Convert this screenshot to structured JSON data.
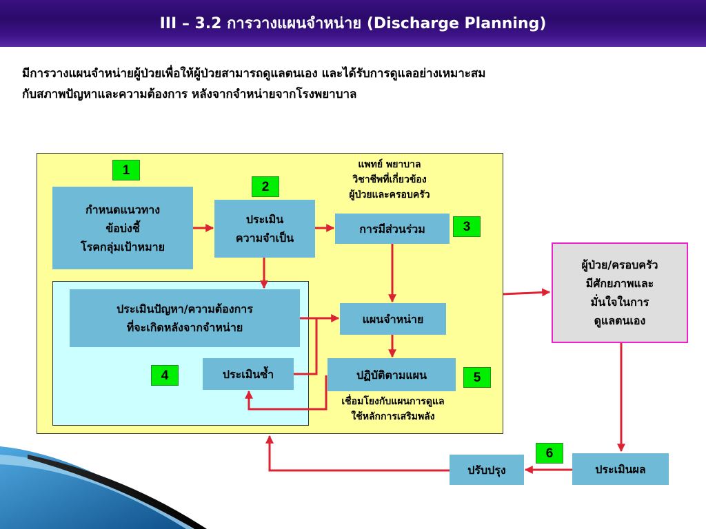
{
  "header": {
    "title": "III – 3.2 การวางแผนจำหน่าย (Discharge Planning)"
  },
  "intro": {
    "line1": "มีการวางแผนจำหน่ายผู้ป่วยเพื่อให้ผู้ป่วยสามารถดูแลตนเอง และได้รับการดูแลอย่างเหมาะสม",
    "line2": "กับสภาพปัญหาและความต้องการ หลังจากจำหน่ายจากโรงพยาบาล"
  },
  "diagram": {
    "box1": "กำหนดแนวทาง\nข้อบ่งชี้\nโรคกลุ่มเป้าหมาย",
    "box2": "ประเมิน\nความจำเป็น",
    "box3": "การมีส่วนร่วม",
    "box_problem": "ประเมินปัญหา/ความต้องการ\nที่จะเกิดหลังจากจำหน่าย",
    "box_plan": "แผนจำหน่าย",
    "box_reassess": "ประเมินซ้ำ",
    "box_implement": "ปฏิบัติตามแผน",
    "box_evaluate": "ประเมินผล",
    "box_improve": "ปรับปรุง",
    "participants_label": "แพทย์ พยาบาล\nวิชาชีพที่เกี่ยวข้อง\nผู้ป่วยและครอบครัว",
    "link_label": "เชื่อมโยงกับแผนการดูแล\nใช้หลักการเสริมพลัง",
    "outcome": "ผู้ป่วย/ครอบครัว\nมีศักยภาพและ\nมั่นใจในการ\nดูแลตนเอง",
    "badges": [
      "1",
      "2",
      "3",
      "4",
      "5",
      "6"
    ]
  },
  "colors": {
    "header": "#2a0a6a",
    "panel_yellow": "#ffff99",
    "panel_cyan": "#ccffff",
    "box_blue": "#6fbad6",
    "badge_green": "#00ee00",
    "arrow_red": "#dd2233",
    "outcome_border": "#ee22cc",
    "outcome_fill": "#dedede"
  }
}
